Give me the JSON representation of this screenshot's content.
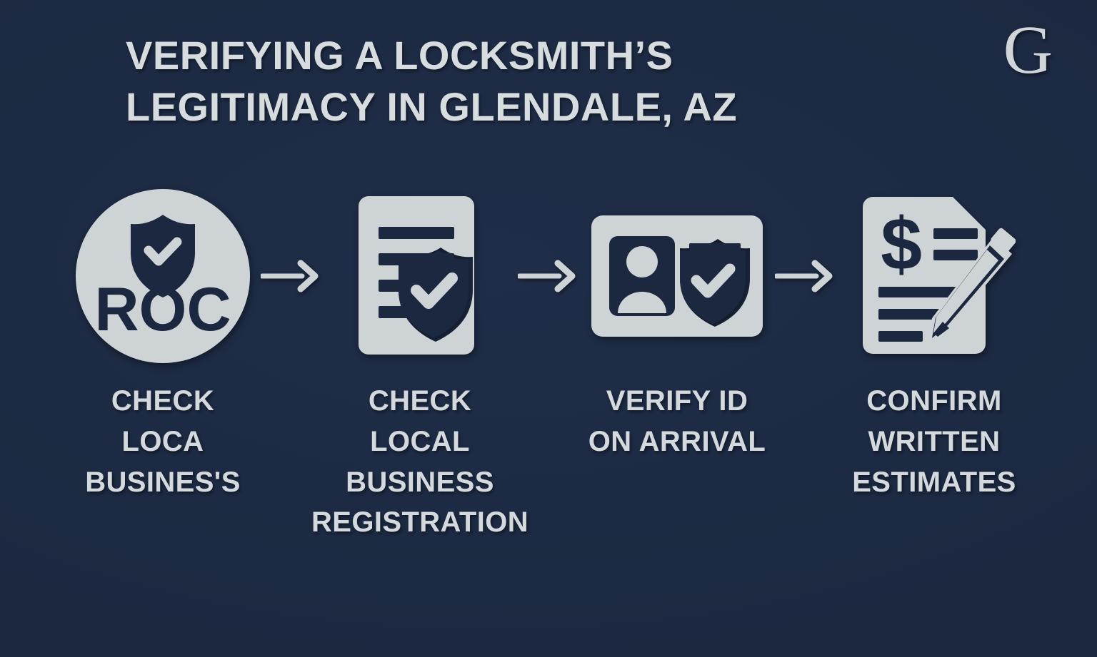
{
  "theme": {
    "background_color": "#1b2840",
    "icon_color": "#ced3d6",
    "text_color": "#d3d9dc",
    "icon_detail_color": "#1b2840"
  },
  "brand": {
    "logo_letter": "G",
    "logo_name": "brand-logo-g"
  },
  "title": {
    "line1": "VERIFYING A LOCKSMITH’S",
    "line2": "LEGITIMACY IN GLENDALE, AZ"
  },
  "flow": {
    "arrow_glyph": "→",
    "steps": [
      {
        "index": 1,
        "icon": "roc-badge-icon",
        "icon_label": "ROC",
        "caption_lines": [
          "CHECK",
          "LOCA",
          "BUSINES'S"
        ]
      },
      {
        "index": 2,
        "icon": "document-verified-icon",
        "icon_label": "",
        "caption_lines": [
          "CHECK",
          "LOCAL",
          "BUSINESS",
          "REGISTRATION"
        ]
      },
      {
        "index": 3,
        "icon": "id-card-verified-icon",
        "icon_label": "",
        "caption_lines": [
          "VERIFY ID",
          "ON ARRIVAL"
        ]
      },
      {
        "index": 4,
        "icon": "written-estimate-icon",
        "icon_label": "",
        "caption_lines": [
          "CONFIRM",
          "WRITTEN",
          "ESTIMATES"
        ]
      }
    ]
  }
}
